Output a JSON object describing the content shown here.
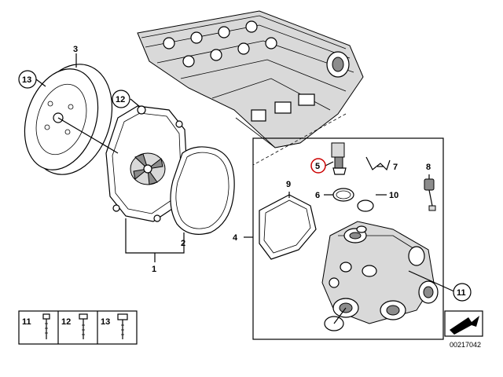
{
  "callouts": {
    "c1": "1",
    "c2": "2",
    "c3": "3",
    "c4": "4",
    "c5": "5",
    "c6": "6",
    "c7": "7",
    "c8": "8",
    "c9": "9",
    "c10": "10",
    "c11": "11",
    "c12": "12",
    "c13": "13"
  },
  "legend": {
    "a": "11",
    "b": "12",
    "c": "13"
  },
  "diagram_id": "00217042",
  "colors": {
    "highlight": "#cc0000",
    "line": "#000000"
  }
}
